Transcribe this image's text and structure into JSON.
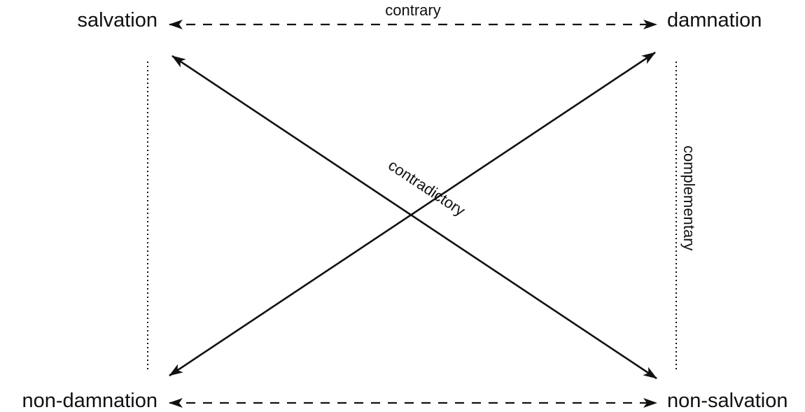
{
  "diagram": {
    "terms": {
      "top_left": "salvation",
      "top_right": "damnation",
      "bottom_left": "non-damnation",
      "bottom_right": "non-salvation"
    },
    "relations": {
      "contrary": "contrary",
      "contradictory": "contradictory",
      "complementary": "complementary"
    },
    "colors": {
      "ink": "#111111",
      "background": "#ffffff"
    }
  }
}
